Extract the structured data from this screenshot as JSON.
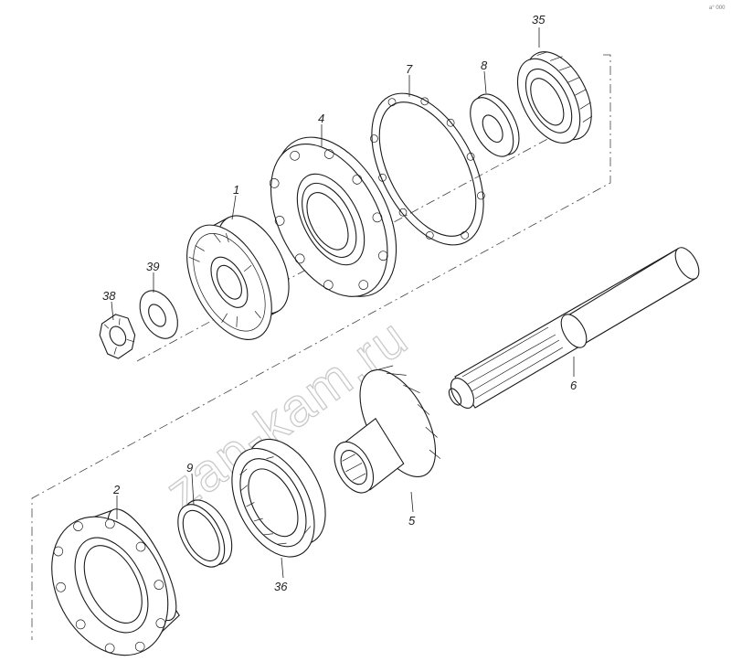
{
  "diagram": {
    "watermark": "zap-kam.ru",
    "corner_mark": "a° 000",
    "callouts": [
      {
        "id": "c35",
        "label": "35"
      },
      {
        "id": "c8",
        "label": "8"
      },
      {
        "id": "c7",
        "label": "7"
      },
      {
        "id": "c4",
        "label": "4"
      },
      {
        "id": "c1",
        "label": "1"
      },
      {
        "id": "c39",
        "label": "39"
      },
      {
        "id": "c38",
        "label": "38"
      },
      {
        "id": "c6",
        "label": "6"
      },
      {
        "id": "c5",
        "label": "5"
      },
      {
        "id": "c9",
        "label": "9"
      },
      {
        "id": "c2",
        "label": "2"
      },
      {
        "id": "c36",
        "label": "36"
      }
    ]
  }
}
